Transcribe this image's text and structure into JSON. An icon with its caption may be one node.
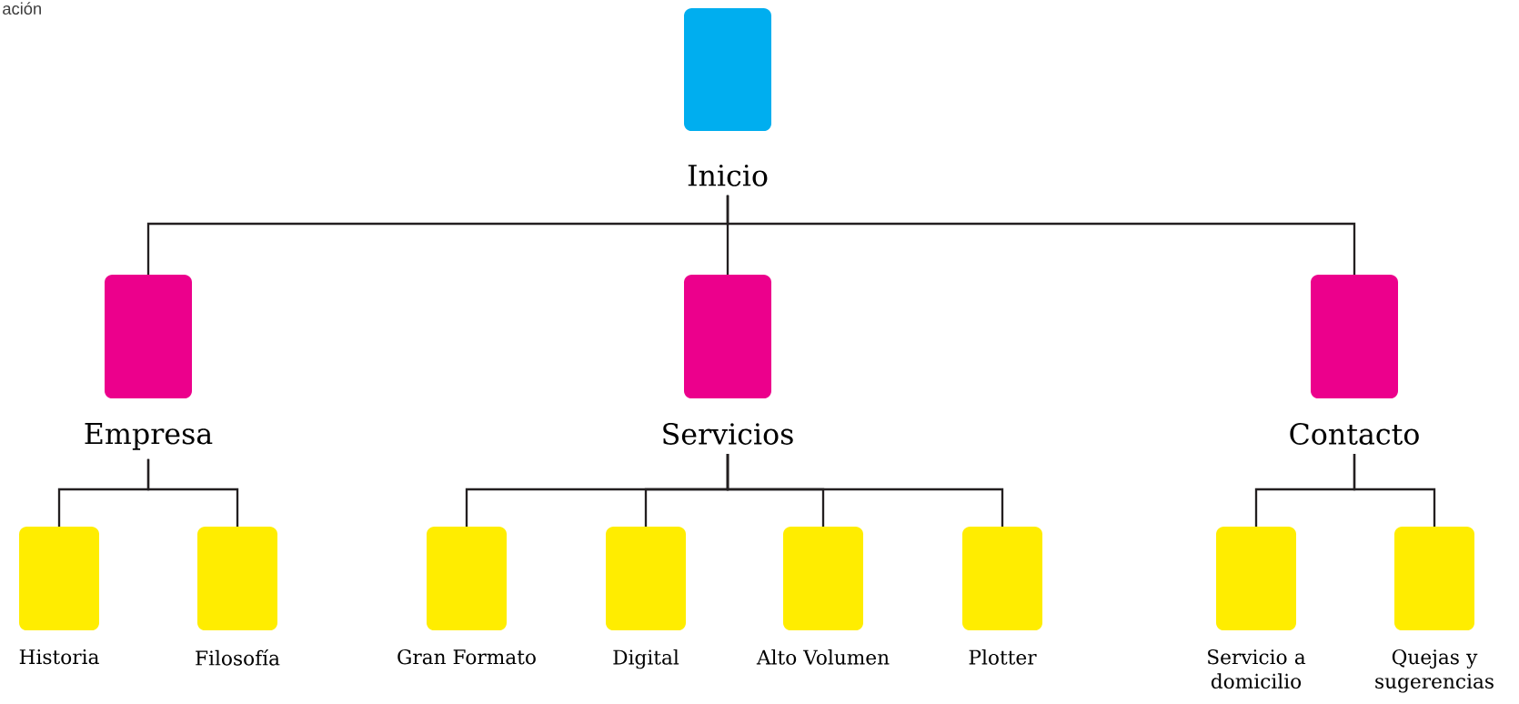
{
  "diagram": {
    "nodes": [
      {
        "text": [
          "Inicio"
        ]
      },
      {
        "text": [
          "Empresa"
        ]
      },
      {
        "text": [
          "Servicios"
        ]
      },
      {
        "text": [
          "Contacto"
        ]
      },
      {
        "text": [
          "Historia"
        ]
      },
      {
        "text": [
          "Filosofía"
        ]
      },
      {
        "text": [
          "Gran Formato"
        ]
      },
      {
        "text": [
          "Digital"
        ]
      },
      {
        "text": [
          "Alto Volumen"
        ]
      },
      {
        "text": [
          "Plotter"
        ]
      },
      {
        "text": [
          "Servicio a domicilio"
        ]
      },
      {
        "text": [
          "Quejas y sugerencias"
        ]
      }
    ],
    "edges": [
      {
        "from": 0,
        "to": 1,
        "arrow": "none"
      },
      {
        "from": 0,
        "to": 2,
        "arrow": "none"
      },
      {
        "from": 0,
        "to": 3,
        "arrow": "none"
      },
      {
        "from": 1,
        "to": 4,
        "arrow": "none"
      },
      {
        "from": 1,
        "to": 5,
        "arrow": "none"
      },
      {
        "from": 2,
        "to": 6,
        "arrow": "none"
      },
      {
        "from": 2,
        "to": 7,
        "arrow": "none"
      },
      {
        "from": 2,
        "to": 8,
        "arrow": "none"
      },
      {
        "from": 2,
        "to": 9,
        "arrow": "none"
      },
      {
        "from": 3,
        "to": 10,
        "arrow": "none"
      },
      {
        "from": 3,
        "to": 11,
        "arrow": "none"
      }
    ],
    "labels": [
      "ación"
    ]
  }
}
